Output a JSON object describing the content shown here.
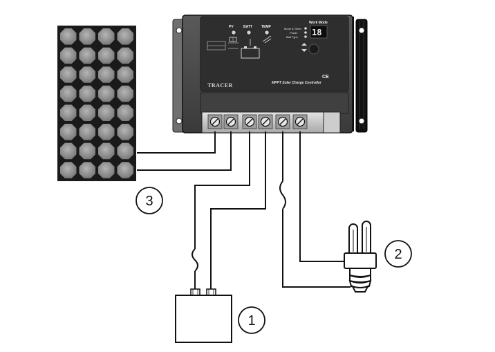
{
  "controller": {
    "brand": "TRACER",
    "product_name": "MPPT Solar Charge Controller",
    "ce_mark": "CE",
    "indicator_labels": [
      "PV",
      "BATT",
      "TEMP"
    ],
    "work_mode_title": "Work Mode",
    "work_mode_items": [
      "Mode & Timer",
      "Power",
      "Batt Type"
    ],
    "display_value": "18"
  },
  "callouts": {
    "battery": "1",
    "lamp": "2",
    "solar_panel": "3"
  },
  "colors": {
    "controller_body": "#4a4a4a",
    "controller_face": "#2e2e2e",
    "terminal_block": "#bdbdbd",
    "panel_cell": "#8a8a8a",
    "panel_grid": "#1a1a1a",
    "wire": "#111111"
  }
}
